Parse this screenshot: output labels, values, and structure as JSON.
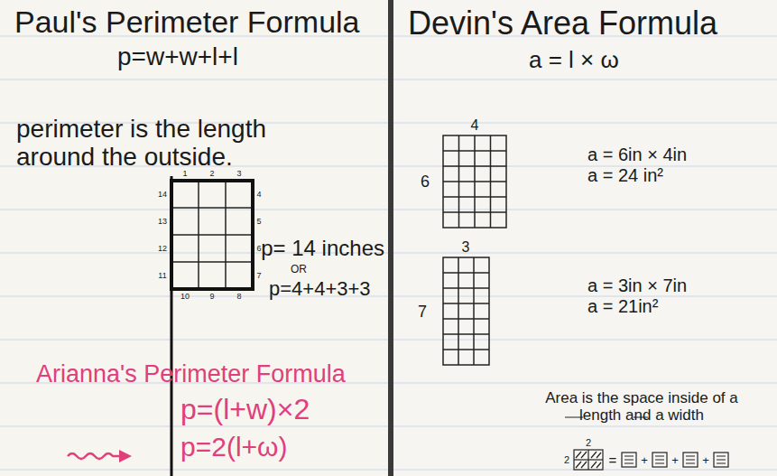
{
  "diagram": {
    "nodes": [
      {
        "text": [
          "Paul's Perimeter Formula",
          "p=w+w+l+l",
          "perimeter is the length around the outside.",
          "p= 14 inches",
          "OR",
          "p=4+4+3+3",
          "Arianna's Perimeter Formula",
          "p=(l+w)×2",
          "p=2(l+ω)"
        ]
      },
      {
        "text": [
          "Devin's Area Formula",
          "a = l × ω",
          "a = 6in × 4in",
          "a = 24 in²",
          "a = 3in × 7in",
          "a = 21in²",
          "Area is the space inside of a length and a width"
        ]
      }
    ],
    "labels": [
      "1",
      "2",
      "3",
      "4",
      "5",
      "6",
      "7",
      "8",
      "9",
      "10",
      "11",
      "12",
      "13",
      "14",
      "4",
      "6",
      "3",
      "7",
      "2",
      "2",
      "=",
      "+",
      "+",
      "+"
    ]
  }
}
